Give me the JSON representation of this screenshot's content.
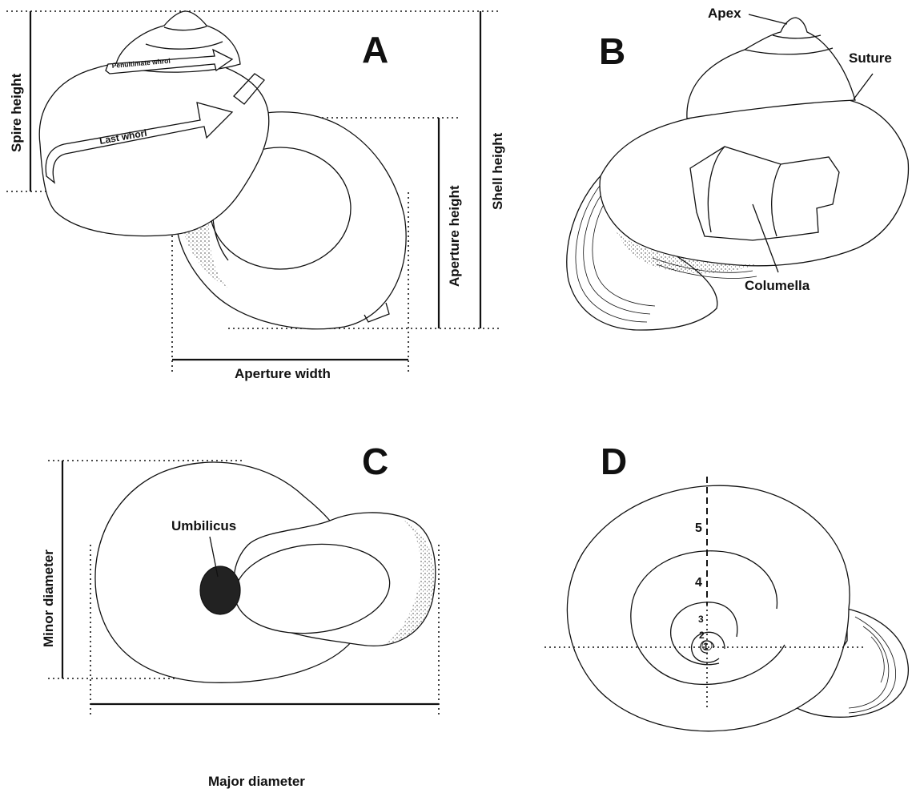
{
  "panels": {
    "a": {
      "letter": "A",
      "spire_height": "Spire height",
      "shell_height": "Shell height",
      "aperture_height": "Aperture height",
      "aperture_width": "Aperture width",
      "last_whorl": "Last whorl",
      "penultimate_whorl": "Penultimate whrol"
    },
    "b": {
      "letter": "B",
      "apex": "Apex",
      "suture": "Suture",
      "columella": "Columella"
    },
    "c": {
      "letter": "C",
      "umbilicus": "Umbilicus",
      "minor_diameter": "Minor diameter",
      "major_diameter": "Major diameter"
    },
    "d": {
      "letter": "D",
      "whorl_numbers": [
        "1",
        "2",
        "3",
        "4",
        "5"
      ]
    }
  }
}
